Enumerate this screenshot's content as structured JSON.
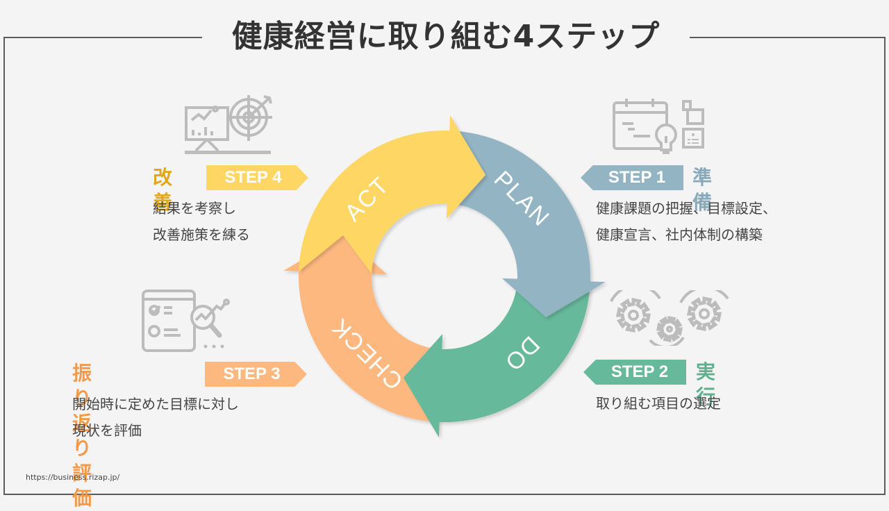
{
  "title": "健康経営に取り組む4ステップ",
  "footer_url": "https://business.rizap.jp/",
  "colors": {
    "plan": "#93b4c3",
    "do": "#66b99b",
    "check": "#fdb880",
    "act": "#fdd664",
    "act_heading": "#e2a71d",
    "check_heading": "#f39a4a",
    "plan_heading": "#88a9ba",
    "do_heading": "#5fb08f",
    "icon_gray": "#bcbcbc",
    "frame": "#5a5a5a",
    "background": "#f4f4f4"
  },
  "cycle": {
    "segments": [
      {
        "key": "plan",
        "label": "PLAN"
      },
      {
        "key": "do",
        "label": "DO"
      },
      {
        "key": "check",
        "label": "CHECK"
      },
      {
        "key": "act",
        "label": "ACT"
      }
    ]
  },
  "steps": {
    "step1": {
      "badge": "STEP 1",
      "heading": "準備",
      "desc_lines": [
        "健康課題の把握、目標設定、",
        "健康宣言、社内体制の構築"
      ],
      "icon": "calendar-lightbulb-icon"
    },
    "step2": {
      "badge": "STEP 2",
      "heading": "実行",
      "desc_lines": [
        "取り組む項目の選定"
      ],
      "icon": "gears-icon"
    },
    "step3": {
      "badge": "STEP 3",
      "heading": "振り返り評価",
      "desc_lines": [
        "開始時に定めた目標に対し",
        "現状を評価"
      ],
      "icon": "checklist-magnifier-icon"
    },
    "step4": {
      "badge": "STEP 4",
      "heading": "改善",
      "desc_lines": [
        "結果を考察し",
        "改善施策を練る"
      ],
      "icon": "chart-target-icon"
    }
  }
}
